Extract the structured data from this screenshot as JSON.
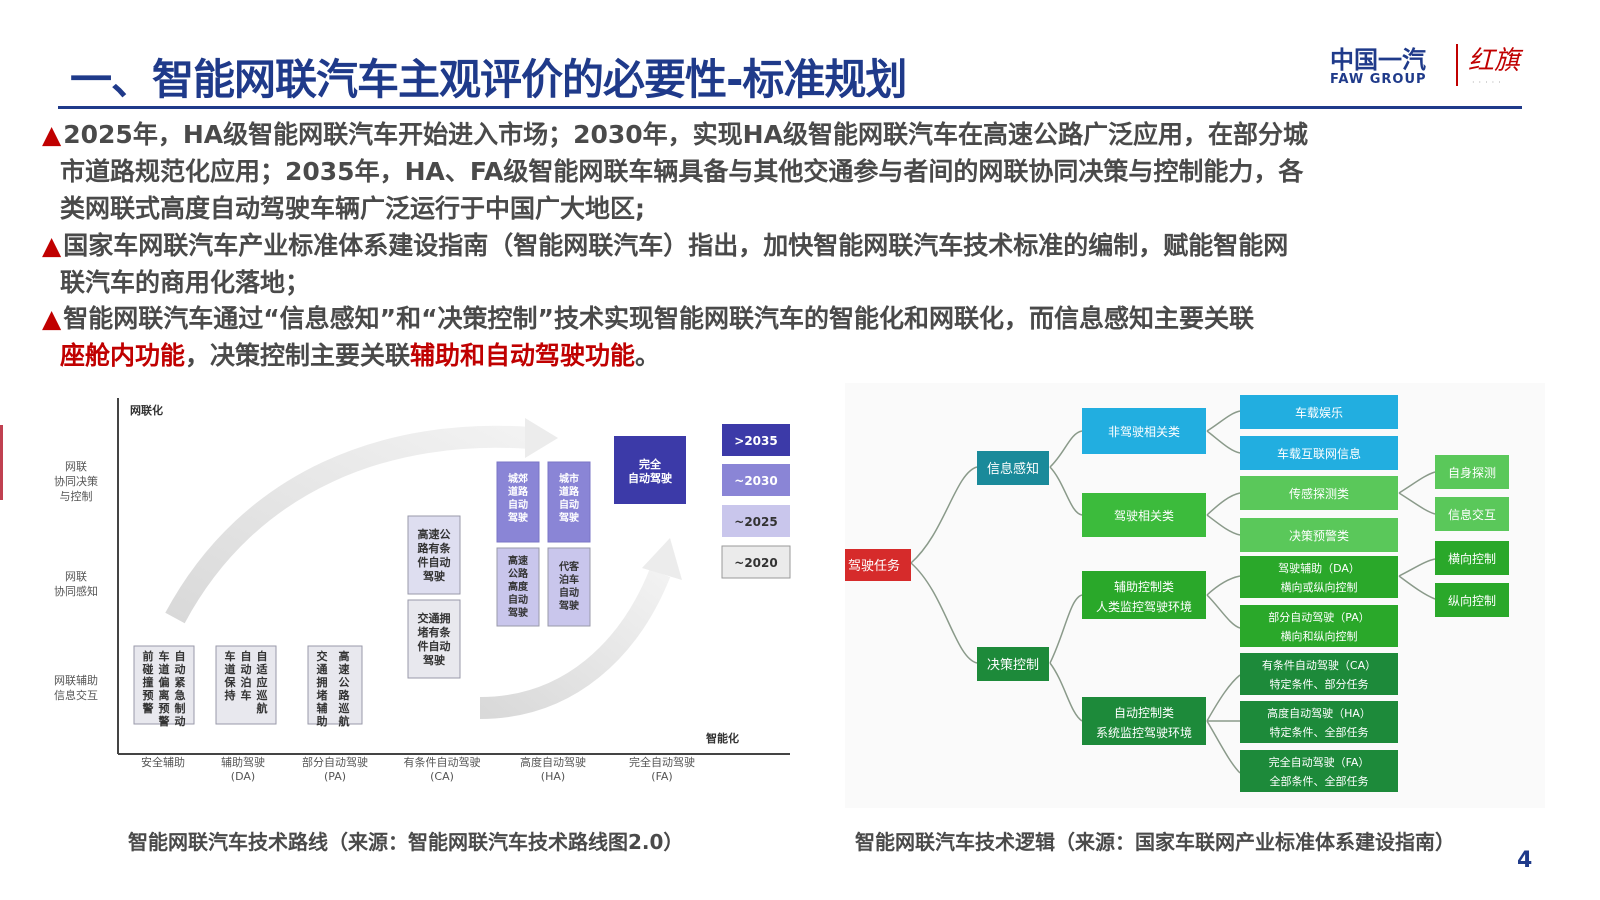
{
  "header": {
    "title": "一、智能网联汽车主观评价的必要性-标准规划",
    "logo_cn": "中国一汽",
    "logo_en": "FAW GROUP",
    "logo_hongqi": "红旗"
  },
  "bullets": {
    "marker": "▲",
    "p1": "2025年，HA级智能网联汽车开始进入市场；2030年，实现HA级智能网联汽车在高速公路广泛应用，在部分城",
    "p1b": "市道路规范化应用；2035年，HA、FA级智能网联车辆具备与其他交通参与者间的网联协同决策与控制能力，各",
    "p1c": "类网联式高度自动驾驶车辆广泛运行于中国广大地区;",
    "p2": "国家车网联汽车产业标准体系建设指南（智能网联汽车）指出，加快智能网联汽车技术标准的编制，赋能智能网",
    "p2b": "联汽车的商用化落地；",
    "p3": "智能网联汽车通过“信息感知”和“决策控制”技术实现智能网联汽车的智能化和网联化，而信息感知主要关联",
    "p3_red1": "座舱内功能",
    "p3_mid": "，决策控制主要关联",
    "p3_red2": "辅助和自动驾驶功能",
    "p3_end": "。"
  },
  "roadmap": {
    "y_axis_title": "网联化",
    "x_axis_title": "智能化",
    "y_levels": [
      "网联\n协同决策\n与控制",
      "网联\n协同感知",
      "网联辅助\n信息交互"
    ],
    "x_levels": [
      {
        "name": "安全辅助",
        "code": ""
      },
      {
        "name": "辅助驾驶",
        "code": "(DA)"
      },
      {
        "name": "部分自动驾驶",
        "code": "(PA)"
      },
      {
        "name": "有条件自动驾驶",
        "code": "(CA)"
      },
      {
        "name": "高度自动驾驶",
        "code": "(HA)"
      },
      {
        "name": "完全自动驾驶",
        "code": "(FA)"
      }
    ],
    "boxes": [
      {
        "label": "前碰撞预警",
        "col": 0
      },
      {
        "label": "车道偏离预警",
        "col": 0
      },
      {
        "label": "自动紧急制动",
        "col": 0
      },
      {
        "label": "车道保持",
        "col": 1
      },
      {
        "label": "自动泊车",
        "col": 1
      },
      {
        "label": "自适应巡航",
        "col": 1
      },
      {
        "label": "交通拥堵辅助",
        "col": 2
      },
      {
        "label": "高速公路巡航",
        "col": 2
      },
      {
        "label": "高速公路有条件自动驾驶",
        "col": 3
      },
      {
        "label": "交通拥堵有条件自动驾驶",
        "col": 3
      },
      {
        "label": "城郊道路自动驾驶",
        "col": 4
      },
      {
        "label": "城市道路自动驾驶",
        "col": 4
      },
      {
        "label": "高速公路高度自动驾驶",
        "col": 4
      },
      {
        "label": "代客泊车自动驾驶",
        "col": 4
      },
      {
        "label": "完全自动驾驶",
        "col": 5
      }
    ],
    "legend": [
      ">2035",
      "~2030",
      "~2025",
      "~2020"
    ]
  },
  "logic": {
    "root": "驾驶任务",
    "level1": [
      "信息感知",
      "决策控制"
    ],
    "level2": [
      "非驾驶相关类",
      "驾驶相关类",
      "辅助控制类\n人类监控驾驶环境",
      "自动控制类\n系统监控驾驶环境"
    ],
    "level3": [
      "车载娱乐",
      "车载互联网信息",
      "传感探测类",
      "决策预警类",
      "驾驶辅助（DA）\n横向或纵向控制",
      "部分自动驾驶（PA）\n横向和纵向控制",
      "有条件自动驾驶（CA）\n特定条件、部分任务",
      "高度自动驾驶（HA）\n特定条件、全部任务",
      "完全自动驾驶（FA）\n全部条件、全部任务"
    ],
    "level4": [
      "自身探测",
      "信息交互",
      "横向控制",
      "纵向控制"
    ]
  },
  "captions": {
    "left": "智能网联汽车技术路线（来源：智能网联汽车技术路线图2.0）",
    "right": "智能网联汽车技术逻辑（来源：国家车联网产业标准体系建设指南）"
  },
  "page_number": "4"
}
